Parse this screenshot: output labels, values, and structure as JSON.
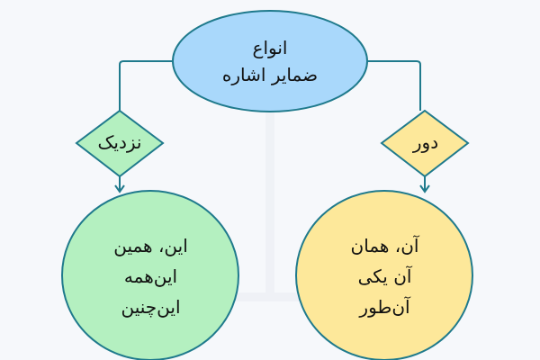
{
  "diagram": {
    "title": "انواع ضمایر اشاره",
    "root": {
      "lines": [
        "انواع",
        "ضمایر اشاره"
      ],
      "fill": "#a9d8fb",
      "stroke": "#1f7a8c"
    },
    "branches": [
      {
        "id": "near",
        "label": "نزدیک",
        "fill": "#b4f0c0",
        "items": [
          "این، همین",
          "این‌همه",
          "این‌چنین"
        ]
      },
      {
        "id": "far",
        "label": "دور",
        "fill": "#fde89a",
        "items": [
          "آن، همان",
          "آن یکی",
          "آن‌طور"
        ]
      }
    ],
    "colors": {
      "background": "#f6f8fb",
      "connector": "#1f7a8c",
      "near_fill": "#b4f0c0",
      "far_fill": "#fde89a",
      "root_fill": "#a9d8fb"
    }
  }
}
